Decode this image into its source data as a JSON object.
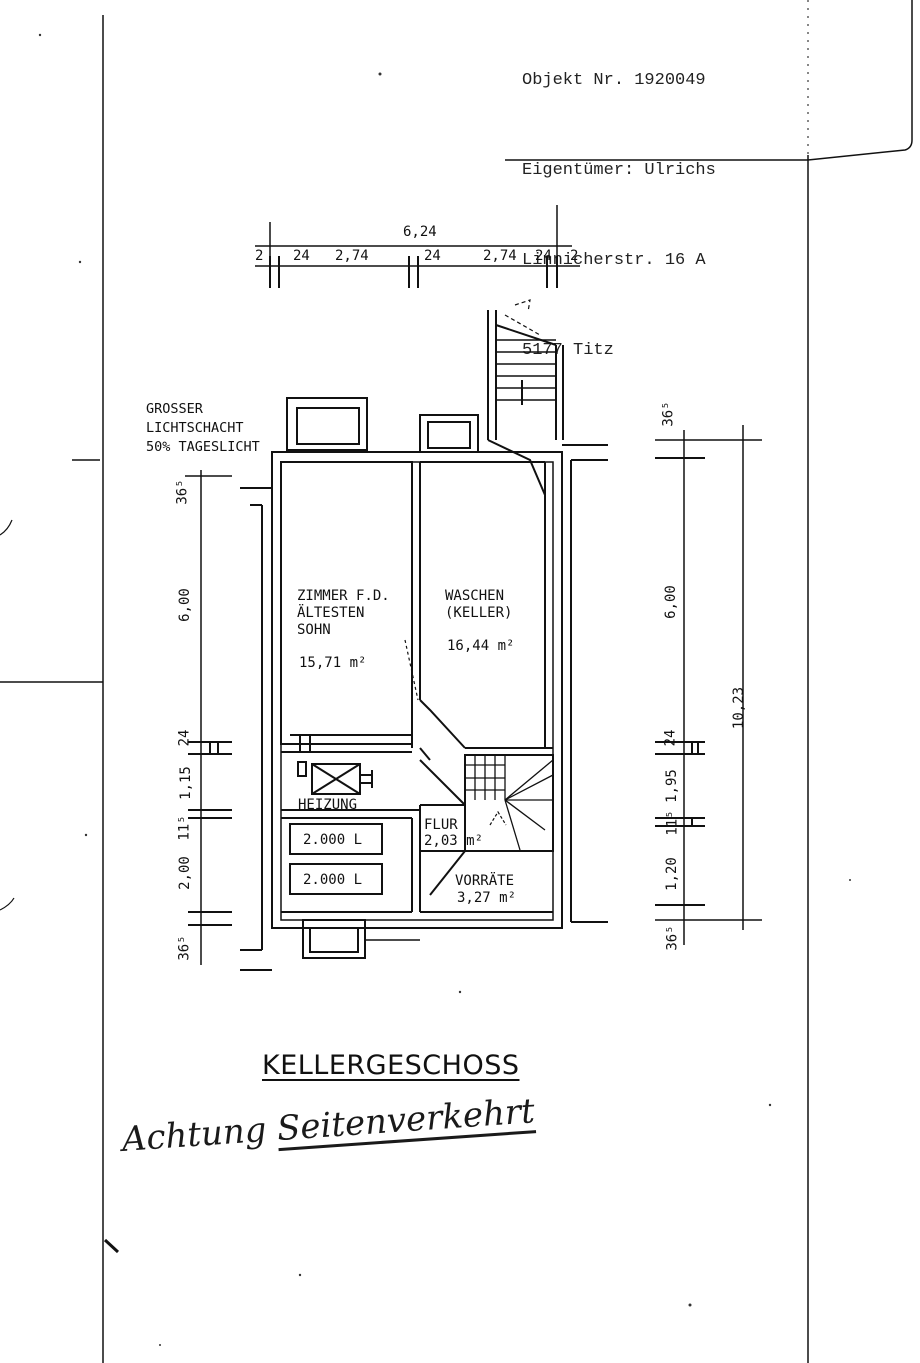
{
  "stamp": {
    "line1": "Objekt Nr. 1920049",
    "line2": "Eigentümer: Ulrichs",
    "line3": "Linnicherstr. 16 A",
    "line4": "5177 Titz"
  },
  "dimensions": {
    "top_total": "6,24",
    "top_segments": [
      "2",
      "24",
      "2,74",
      "24",
      "2,74",
      "24",
      "2"
    ],
    "left": [
      "36⁵",
      "6,00",
      "24",
      "1,15",
      "11⁵",
      "2,00",
      "36⁵"
    ],
    "right": [
      "36⁵",
      "6,00",
      "24",
      "1,95",
      "11⁵",
      "1,20",
      "36⁵"
    ],
    "right_total": "10,23"
  },
  "labels": {
    "lightwell": "GROSSER\nLICHTSCHACHT\n50% TAGESLICHT",
    "room1_name": "ZIMMER F.D.\nÄLTESTEN\nSOHN",
    "room1_area": "15,71 m²",
    "room2_name": "WASCHEN\n(KELLER)",
    "room2_area": "16,44 m²",
    "heating": "HEIZUNG",
    "tank1": "2.000 L",
    "tank2": "2.000 L",
    "hall_name": "FLUR",
    "hall_area": "2,03 m²",
    "storage_name": "VORRÄTE",
    "storage_area": "3,27 m²"
  },
  "title": "KELLERGESCHOSS",
  "note": {
    "word1": "Achtung",
    "word2": "Seitenverkehrt"
  }
}
